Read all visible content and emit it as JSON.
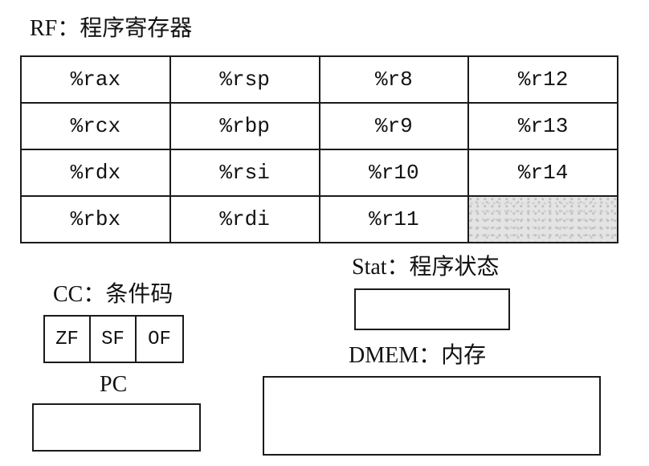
{
  "rf": {
    "title": "RF：程序寄存器",
    "rows": [
      [
        "%rax",
        "%rsp",
        "%r8",
        "%r12"
      ],
      [
        "%rcx",
        "%rbp",
        "%r9",
        "%r13"
      ],
      [
        "%rdx",
        "%rsi",
        "%r10",
        "%r14"
      ],
      [
        "%rbx",
        "%rdi",
        "%r11",
        ""
      ]
    ]
  },
  "stat": {
    "title": "Stat：程序状态"
  },
  "cc": {
    "title": "CC：条件码",
    "flags": [
      "ZF",
      "SF",
      "OF"
    ]
  },
  "dmem": {
    "title": "DMEM：内存"
  },
  "pc": {
    "title": "PC"
  }
}
